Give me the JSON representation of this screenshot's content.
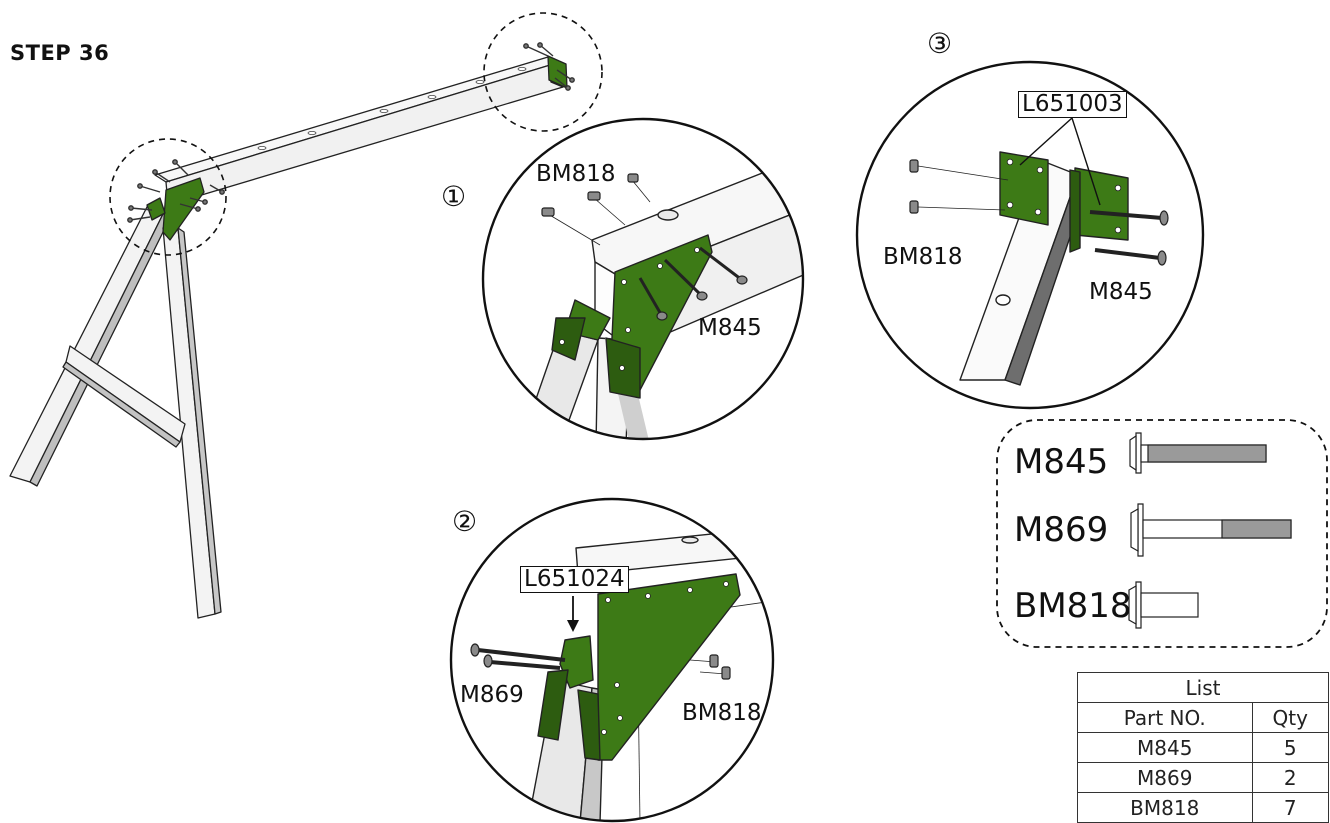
{
  "step": {
    "title": "STEP 36"
  },
  "details": [
    {
      "number": "①",
      "part_labels": [
        "BM818",
        "M845"
      ]
    },
    {
      "number": "②",
      "boxed_label": "L651024",
      "part_labels": [
        "M869",
        "BM818"
      ]
    },
    {
      "number": "③",
      "boxed_label": "L651003",
      "part_labels": [
        "BM818",
        "M845"
      ]
    }
  ],
  "hardware_legend": {
    "items": [
      {
        "label": "M845",
        "icon": "bolt-long-threaded-icon"
      },
      {
        "label": "M869",
        "icon": "bolt-partial-threaded-icon"
      },
      {
        "label": "BM818",
        "icon": "bolt-short-icon"
      }
    ]
  },
  "parts_list": {
    "title": "List",
    "headers": [
      "Part NO.",
      "Qty"
    ],
    "rows": [
      {
        "part": "M845",
        "qty": "5"
      },
      {
        "part": "M869",
        "qty": "2"
      },
      {
        "part": "BM818",
        "qty": "7"
      }
    ]
  },
  "colors": {
    "bracket_green": "#3d7a16",
    "bracket_dark": "#2d5c10",
    "beam_white": "#f4f4f4",
    "outline": "#222222"
  }
}
